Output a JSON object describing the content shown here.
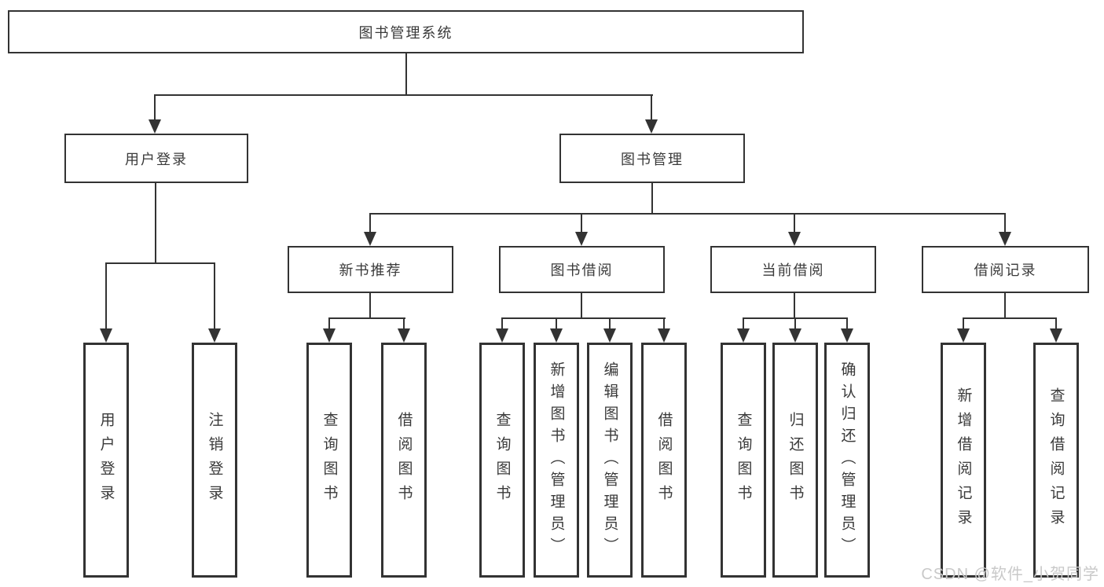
{
  "diagram": {
    "type": "hierarchy-tree",
    "root": {
      "label": "图书管理系统"
    },
    "branches": [
      {
        "label": "用户登录",
        "children": [
          {
            "label": "用户登录"
          },
          {
            "label": "注销登录"
          }
        ]
      },
      {
        "label": "图书管理",
        "children": [
          {
            "label": "新书推荐",
            "children": [
              {
                "label": "查询图书"
              },
              {
                "label": "借阅图书"
              }
            ]
          },
          {
            "label": "图书借阅",
            "children": [
              {
                "label": "查询图书"
              },
              {
                "label": "新增图书（管理员）"
              },
              {
                "label": "编辑图书（管理员）"
              },
              {
                "label": "借阅图书"
              }
            ]
          },
          {
            "label": "当前借阅",
            "children": [
              {
                "label": "查询图书"
              },
              {
                "label": "归还图书"
              },
              {
                "label": "确认归还（管理员）"
              }
            ]
          },
          {
            "label": "借阅记录",
            "children": [
              {
                "label": "新增借阅记录"
              },
              {
                "label": "查询借阅记录"
              }
            ]
          }
        ]
      }
    ]
  },
  "watermark": {
    "text": "CSDN @软件_小贺同学"
  },
  "colors": {
    "line": "#333333",
    "text": "#3a3a3a",
    "watermark": "#c9c9c9",
    "background": "#ffffff"
  }
}
